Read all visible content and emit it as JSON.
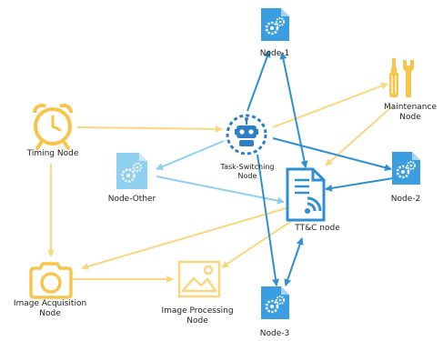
{
  "colors": {
    "yellow_arrow": "#f8d77f",
    "blue_arrow": "#2f8fd0",
    "light_blue_arrow": "#8ccfef",
    "node_blue": "#3a9ee0",
    "node_light_blue": "#8fd0f0",
    "node_yellow": "#f7c54c",
    "robot_blue": "#2f7fc4"
  },
  "nodes": {
    "node1": {
      "label": "Node-1",
      "icon": "gear-document-icon"
    },
    "node2": {
      "label": "Node-2",
      "icon": "gear-document-icon"
    },
    "node3": {
      "label": "Node-3",
      "icon": "gear-document-icon"
    },
    "node_other": {
      "label": "Node-Other",
      "icon": "gear-document-icon"
    },
    "maintenance": {
      "label": "Maintenance\nNode",
      "icon": "wrench-screwdriver-icon"
    },
    "timing": {
      "label": "Timing Node",
      "icon": "alarm-clock-icon"
    },
    "task_switching": {
      "label": "Task-Switching\nNode",
      "icon": "robot-icon"
    },
    "ttc": {
      "label": "TT&C node",
      "icon": "antenna-document-icon"
    },
    "image_acquisition": {
      "label": "Image Acquisition\nNode",
      "icon": "camera-icon"
    },
    "image_processing": {
      "label": "Image Processing\nNode",
      "icon": "image-icon"
    }
  }
}
